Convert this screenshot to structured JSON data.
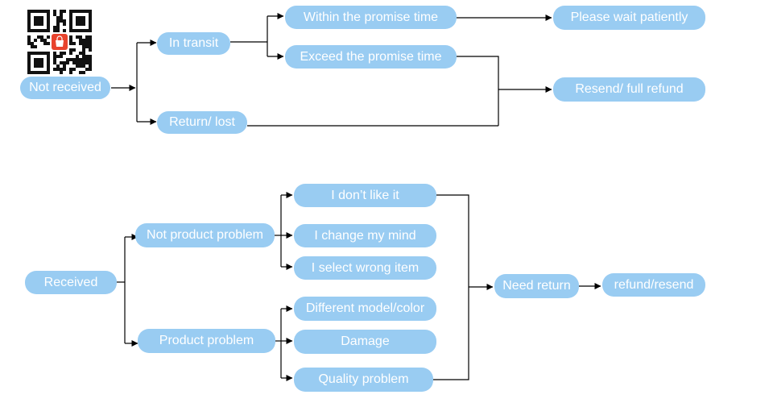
{
  "flow_received_not": {
    "root": "Not received",
    "branches": [
      "In transit",
      "Return/ lost"
    ],
    "transit_cases": [
      "Within the promise time",
      "Exceed the promise time"
    ],
    "outcomes": [
      "Please wait patiently",
      "Resend/ full refund"
    ]
  },
  "flow_received": {
    "root": "Received",
    "branches": [
      "Not product problem",
      "Product problem"
    ],
    "not_product_reasons": [
      "I don’t like it",
      "I change my mind",
      "I select wrong item"
    ],
    "product_reasons": [
      "Different model/color",
      "Damage",
      "Quality problem"
    ],
    "need_return": "Need return",
    "result": "refund/resend"
  },
  "qr": {
    "icon": "qr-code-icon",
    "badge_icon": "shopping-bag-icon",
    "badge_color": "#e8432d"
  },
  "colors": {
    "node": "#99ccf2",
    "node_text": "#ffffff",
    "line": "#000000"
  }
}
